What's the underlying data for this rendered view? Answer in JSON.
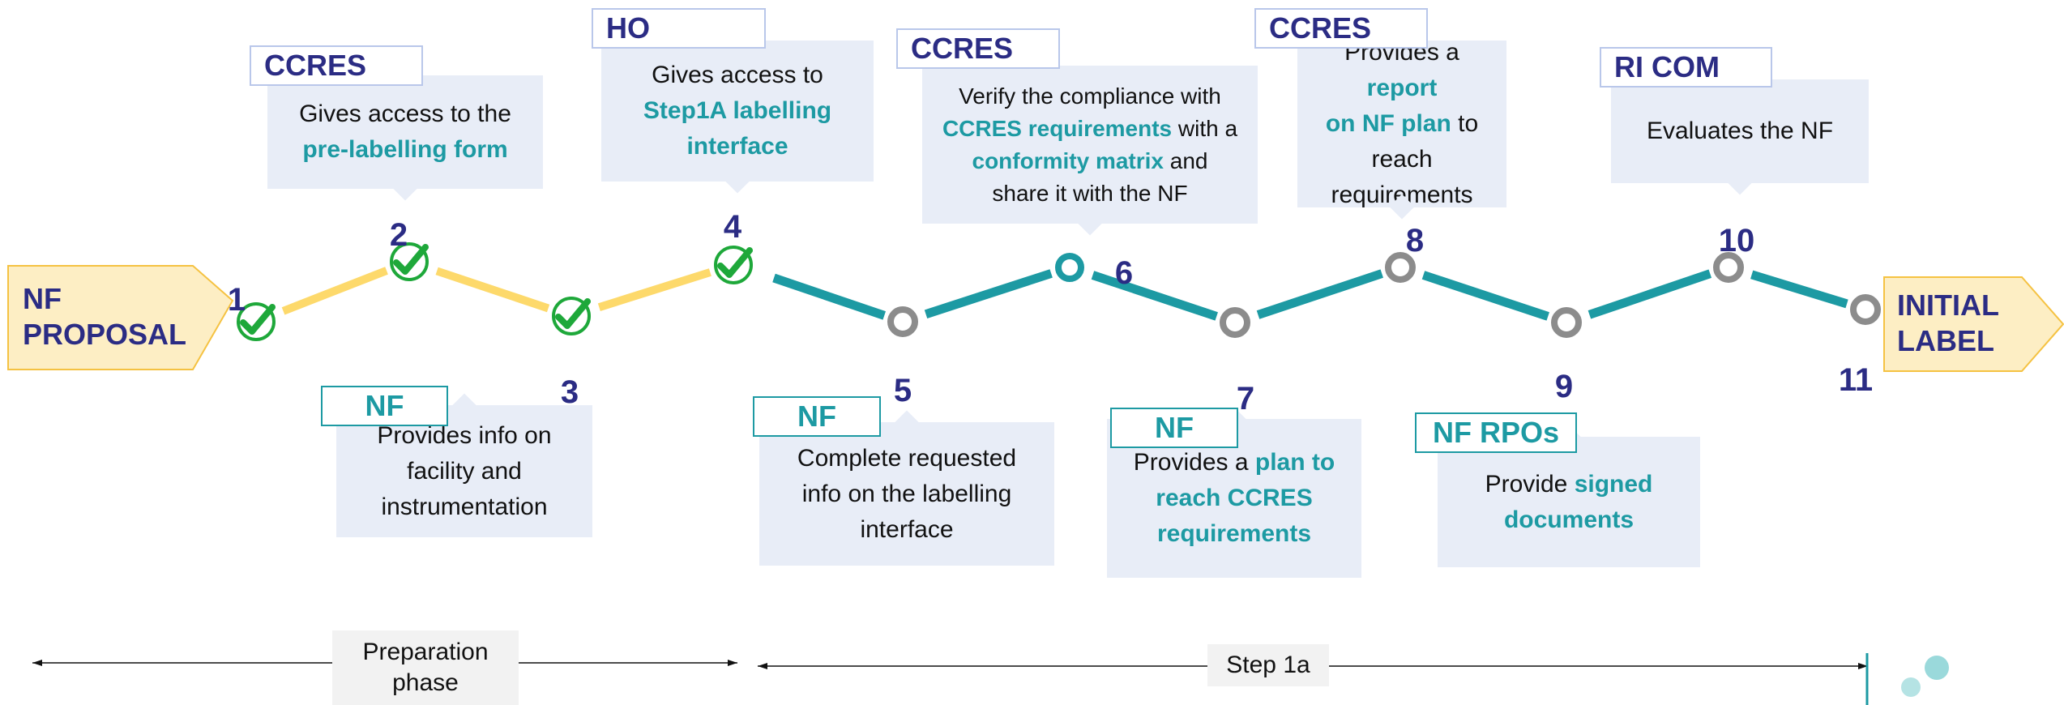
{
  "start_label": "NF PROPOSAL",
  "end_label": "INITIAL LABEL",
  "colors": {
    "navy": "#2b2c84",
    "teal": "#1d9aa3",
    "yellow": "#fdd96b",
    "flag_fill": "#fdeec4",
    "flag_border": "#f5c242",
    "callout_bg": "#e8edf7",
    "check_green": "#1ea83a",
    "ring_grey": "#8c8c8c"
  },
  "steps": [
    {
      "number": "1",
      "status": "done"
    },
    {
      "number": "2",
      "status": "done",
      "actor": "CCRES",
      "text": [
        [
          {
            "t": "Gives access to the"
          }
        ],
        [
          {
            "t": "pre-labelling form",
            "hl": true
          }
        ]
      ]
    },
    {
      "number": "3",
      "status": "done",
      "actor": "NF",
      "text": [
        [
          {
            "t": "Provides info on"
          }
        ],
        [
          {
            "t": "facility and"
          }
        ],
        [
          {
            "t": "instrumentation"
          }
        ]
      ]
    },
    {
      "number": "4",
      "status": "done",
      "actor": "HO",
      "text": [
        [
          {
            "t": "Gives access to"
          }
        ],
        [
          {
            "t": "Step1A labelling",
            "hl": true
          }
        ],
        [
          {
            "t": "interface",
            "hl": true
          }
        ]
      ]
    },
    {
      "number": "5",
      "status": "pending",
      "actor": "NF",
      "text": [
        [
          {
            "t": "Complete requested"
          }
        ],
        [
          {
            "t": "info on the labelling"
          }
        ],
        [
          {
            "t": "interface"
          }
        ]
      ]
    },
    {
      "number": "6",
      "status": "current",
      "actor": "CCRES",
      "text": [
        [
          {
            "t": "Verify the compliance with"
          }
        ],
        [
          {
            "t": "CCRES requirements",
            "hl": true
          },
          {
            "t": " with a"
          }
        ],
        [
          {
            "t": "conformity matrix",
            "hl": true
          },
          {
            "t": " and"
          }
        ],
        [
          {
            "t": "share it with the NF"
          }
        ]
      ]
    },
    {
      "number": "7",
      "status": "pending",
      "actor": "NF",
      "text": [
        [
          {
            "t": "Provides a "
          },
          {
            "t": "plan to",
            "hl": true
          }
        ],
        [
          {
            "t": "reach CCRES",
            "hl": true
          }
        ],
        [
          {
            "t": "requirements",
            "hl": true
          }
        ]
      ]
    },
    {
      "number": "8",
      "status": "pending",
      "actor": "CCRES",
      "text": [
        [
          {
            "t": "Provides a "
          },
          {
            "t": "report",
            "hl": true
          }
        ],
        [
          {
            "t": "on NF plan",
            "hl": true
          },
          {
            "t": " to"
          }
        ],
        [
          {
            "t": "reach"
          }
        ],
        [
          {
            "t": "requirements"
          }
        ]
      ]
    },
    {
      "number": "9",
      "status": "pending",
      "actor": "NF RPOs",
      "text": [
        [
          {
            "t": "Provide "
          },
          {
            "t": "signed",
            "hl": true
          }
        ],
        [
          {
            "t": "documents",
            "hl": true
          }
        ]
      ]
    },
    {
      "number": "10",
      "status": "pending",
      "actor": "RI COM",
      "text": [
        [
          {
            "t": "Evaluates the NF"
          }
        ]
      ]
    },
    {
      "number": "11",
      "status": "pending"
    }
  ],
  "phases": [
    {
      "label": "Preparation phase"
    },
    {
      "label": "Step 1a"
    }
  ]
}
